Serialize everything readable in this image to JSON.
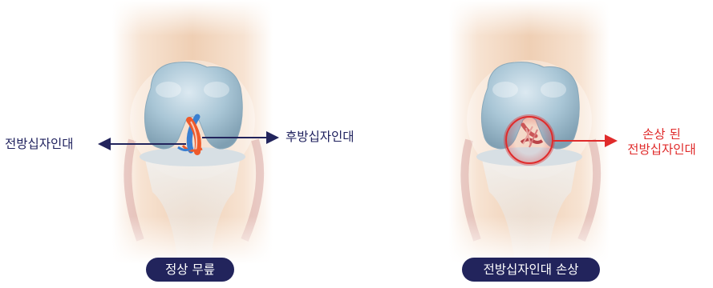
{
  "panels": {
    "normal": {
      "caption": "정상 무릎",
      "left_label": "전방십자인대",
      "right_label": "후방십자인대"
    },
    "injured": {
      "caption": "전방십자인대 손상",
      "label_line1": "손상 된",
      "label_line2": "전방십자인대"
    }
  },
  "colors": {
    "navy": "#22245c",
    "label_navy": "#1d1f5c",
    "injury_red": "#e02b2b",
    "skin": "#f2d6bf",
    "bone": "#a9c6d6",
    "acl_orange": "#ef5a2a",
    "pcl_blue": "#3a7fd1"
  }
}
